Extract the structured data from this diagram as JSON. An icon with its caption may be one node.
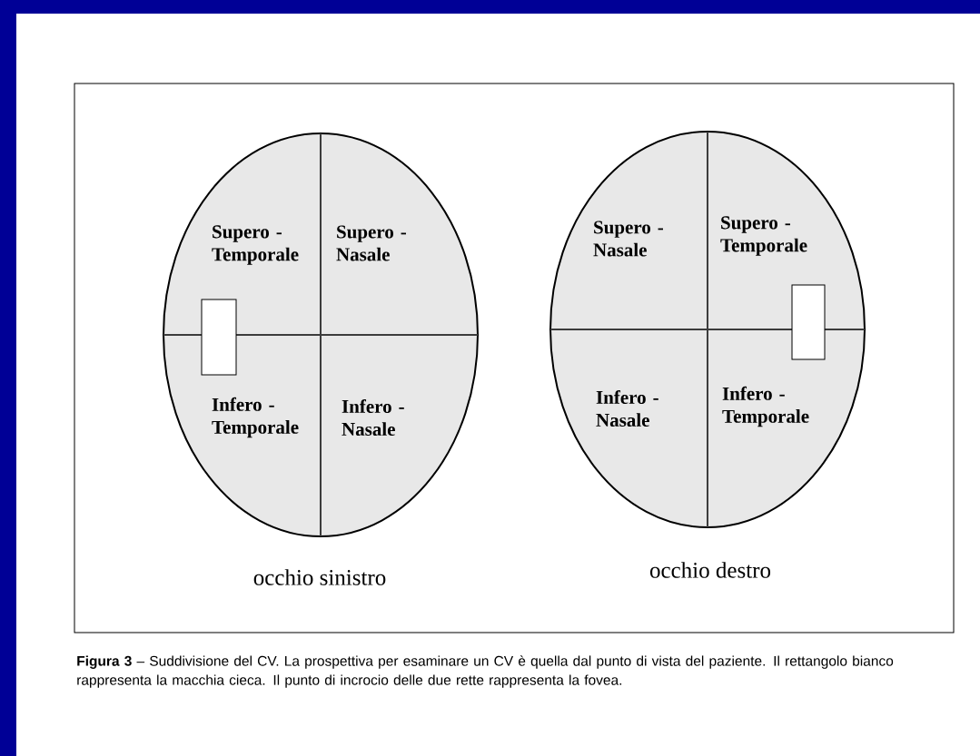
{
  "diagram": {
    "caption": "**Figura 3** – Suddivisione del CV. La prospettiva per esaminare un CV è quella dal punto di vista del paziente. Il rettangolo bianco rappresenta la macchia cieca. Il punto di incrocio delle due rette rappresenta la fovea.",
    "nodes": [
      {
        "text": [
          "Supero - Temporale",
          "Supero - Nasale",
          "Infero - Temporale",
          "Infero - Nasale"
        ],
        "beside": [
          "occhio sinistro"
        ]
      },
      {
        "text": [],
        "shape": "box",
        "in": 0
      },
      {
        "text": [
          "Supero - Nasale",
          "Supero - Temporale",
          "Infero - Nasale",
          "Infero - Temporale"
        ],
        "beside": [
          "occhio destro"
        ]
      },
      {
        "text": [],
        "shape": "box",
        "in": 2
      }
    ]
  }
}
